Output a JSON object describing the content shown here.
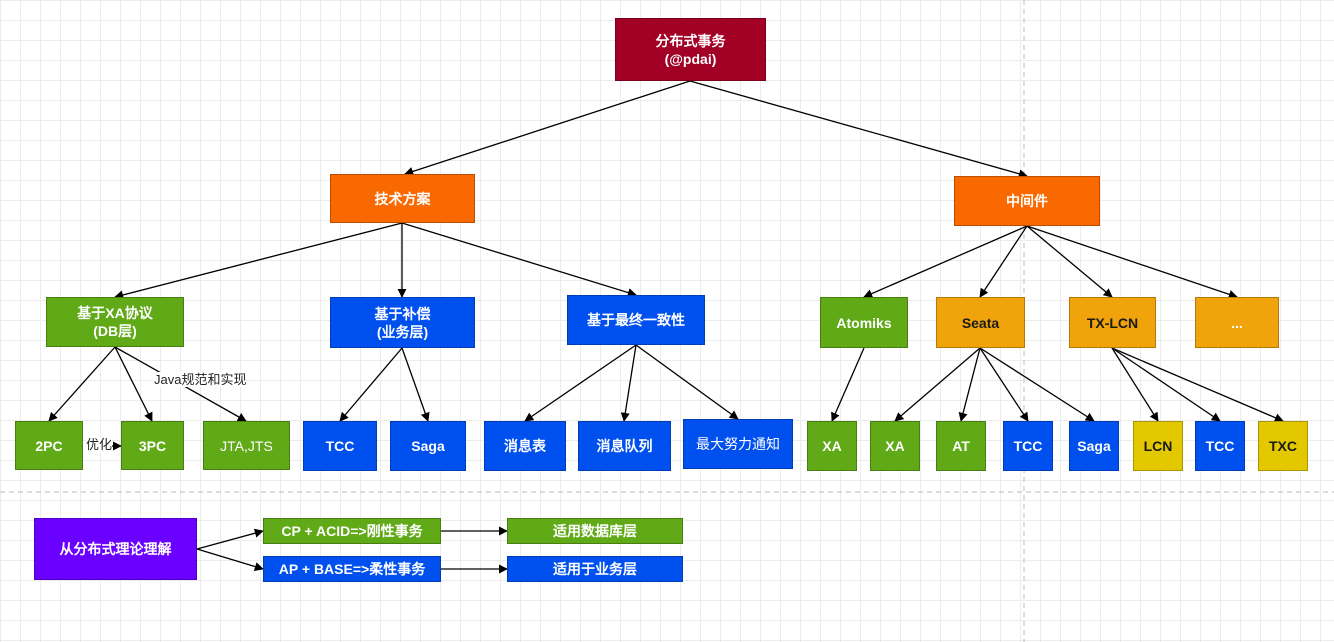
{
  "colors": {
    "root": "#a20025",
    "category": "#fa6800",
    "green": "#60a917",
    "blue": "#0050ef",
    "purple": "#6a00ff",
    "orange": "#f0a30a",
    "yellow": "#e3c800"
  },
  "nodes": {
    "root": "分布式事务\n(@pdai)",
    "tech": "技术方案",
    "middleware": "中间件",
    "xa_protocol": "基于XA协议\n(DB层)",
    "compensation": "基于补偿\n(业务层)",
    "eventual": "基于最终一致性",
    "atomiks": "Atomiks",
    "seata": "Seata",
    "txlcn": "TX-LCN",
    "more": "...",
    "pc2": "2PC",
    "pc3": "3PC",
    "jta": "JTA,JTS",
    "tcc1": "TCC",
    "saga1": "Saga",
    "msgtable": "消息表",
    "msgqueue": "消息队列",
    "besteffort": "最大努力通知",
    "xa1": "XA",
    "xa2": "XA",
    "at": "AT",
    "tcc2": "TCC",
    "saga2": "Saga",
    "lcn": "LCN",
    "tcc3": "TCC",
    "txc": "TXC",
    "theory": "从分布式理论理解",
    "cp": "CP + ACID=>刚性事务",
    "ap": "AP + BASE=>柔性事务",
    "db_layer": "适用数据库层",
    "biz_layer": "适用于业务层"
  },
  "labels": {
    "optimize": "优化",
    "java_spec": "Java规范和实现"
  }
}
